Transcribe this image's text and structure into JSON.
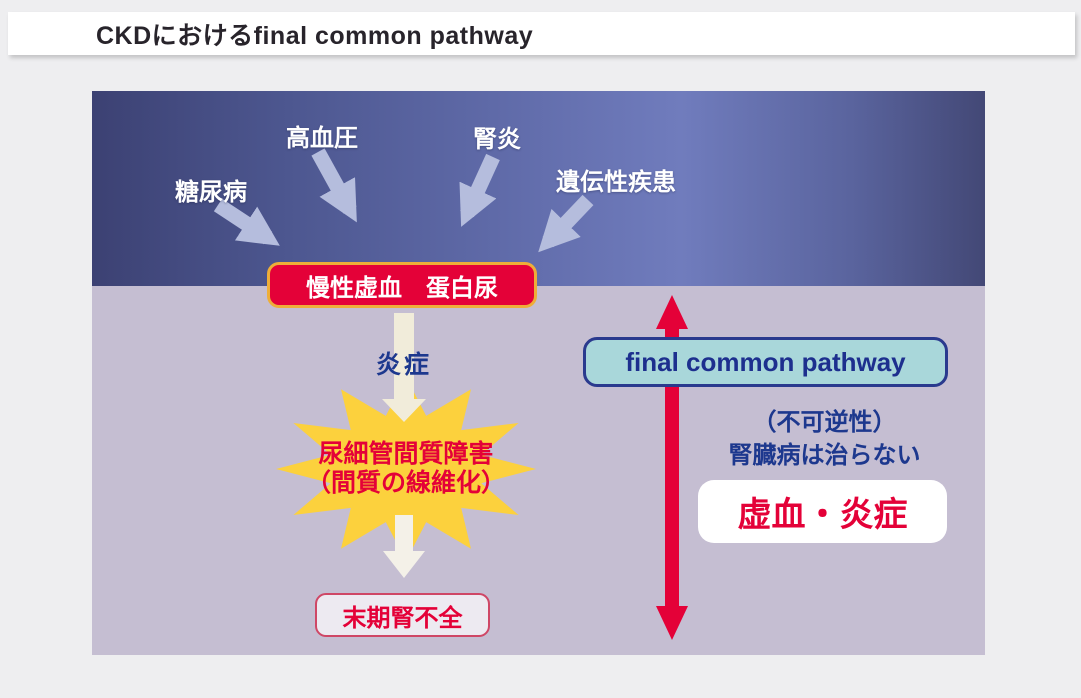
{
  "header": {
    "title": "CKDにおけるfinal common pathway"
  },
  "diagram": {
    "causes": [
      {
        "label": "糖尿病"
      },
      {
        "label": "高血圧"
      },
      {
        "label": "腎炎"
      },
      {
        "label": "遺伝性疾患"
      }
    ],
    "chronic_ischemia_box": "慢性虚血　蛋白尿",
    "inflammation_label": "炎症",
    "starburst": {
      "line1": "尿細管間質障害",
      "line2": "（間質の線維化）"
    },
    "esrd_box": "末期腎不全",
    "pathway_box": "final common pathway",
    "irreversible_note": {
      "line1": "（不可逆性）",
      "line2": "腎臓病は治らない"
    },
    "ischemia_inflammation_box": "虚血・炎症"
  },
  "colors": {
    "accent_red": "#e40138",
    "box_border_orange": "#eeae38",
    "star_yellow": "#fcd13d",
    "cream_arrow": "#f1ecda",
    "pathway_teal_fill": "#a9d7da",
    "deep_blue_text": "#1d388e",
    "panel_top_navy": "#3c4173",
    "panel_bottom_lavender": "#c5bed2",
    "cause_arrow_lavender": "#b5bddd"
  }
}
